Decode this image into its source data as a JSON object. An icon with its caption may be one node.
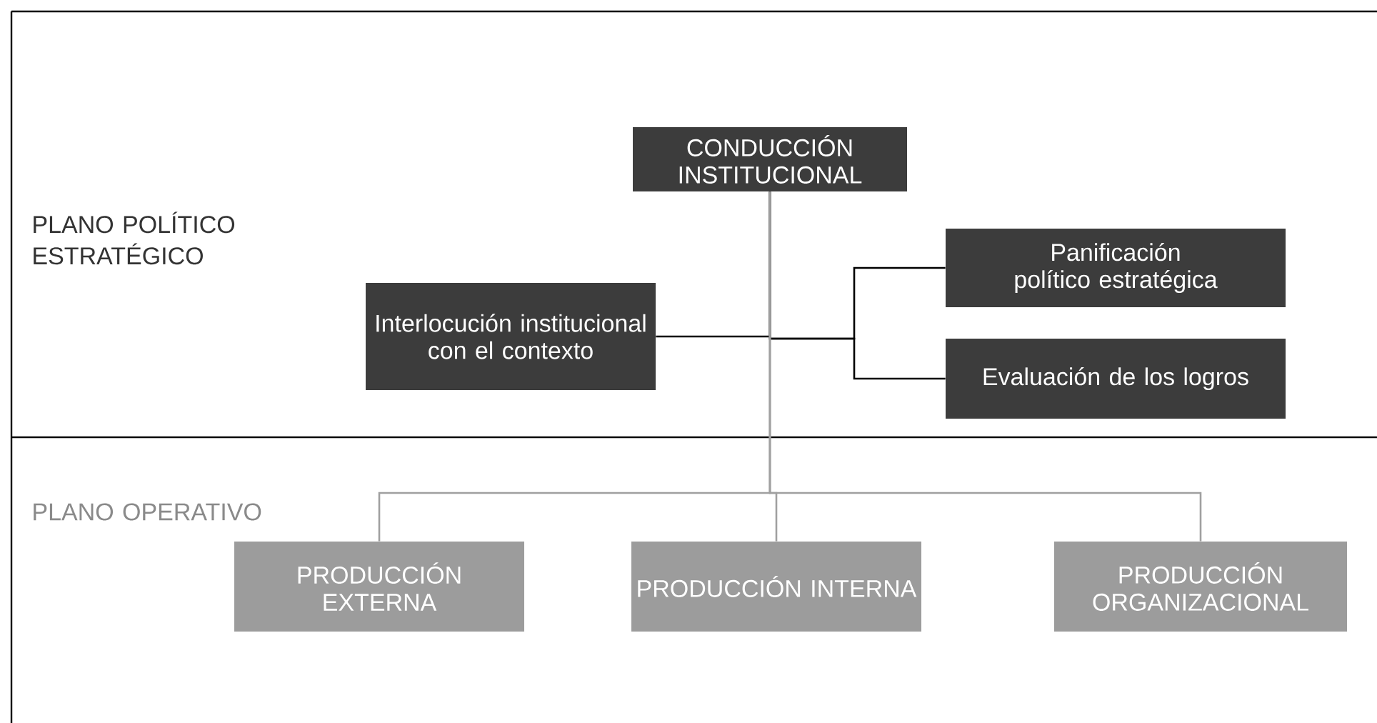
{
  "diagram": {
    "nodes": [
      {
        "text": [
          "CONDUCCIÓN INSTITUCIONAL"
        ]
      },
      {
        "text": [
          "Interlocución institucional con el contexto"
        ]
      },
      {
        "text": [
          "Panificación político estratégica"
        ]
      },
      {
        "text": [
          "Evaluación  de los logros"
        ]
      },
      {
        "text": [
          "PRODUCCIÓN EXTERNA"
        ]
      },
      {
        "text": [
          "PRODUCCIÓN INTERNA"
        ]
      },
      {
        "text": [
          "PRODUCCIÓN ORGANIZACIONAL"
        ]
      }
    ],
    "edges": [
      {
        "from": 0,
        "to": 1,
        "arrow": "none"
      },
      {
        "from": 0,
        "to": 2,
        "arrow": "none"
      },
      {
        "from": 0,
        "to": 3,
        "arrow": "none"
      },
      {
        "from": 0,
        "to": 4,
        "arrow": "none",
        "color": "#a0a0a0"
      },
      {
        "from": 0,
        "to": 5,
        "arrow": "none",
        "color": "#a0a0a0"
      },
      {
        "from": 0,
        "to": 6,
        "arrow": "none",
        "color": "#a0a0a0"
      }
    ],
    "labels": [
      "PLANO POLÍTICO ESTRATÉGICO",
      "PLANO OPERATIVO"
    ]
  }
}
